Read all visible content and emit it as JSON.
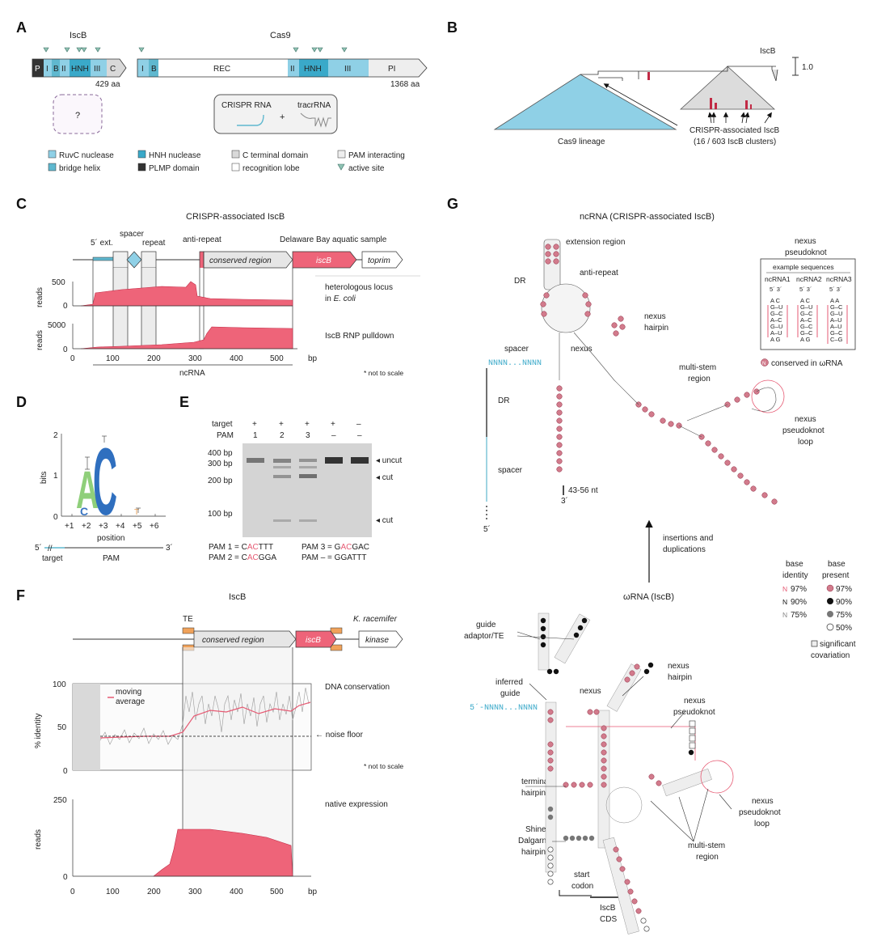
{
  "panels": {
    "a": {
      "letter": "A",
      "iscb_title": "IscB",
      "cas9_title": "Cas9",
      "iscb_domains": [
        "P",
        "I",
        "B",
        "II",
        "HNH",
        "III",
        "C"
      ],
      "iscb_len": "429 aa",
      "cas9_domains": [
        "I",
        "B",
        "REC",
        "II",
        "HNH",
        "III",
        "PI"
      ],
      "cas9_len": "1368 aa",
      "question": "?",
      "crispr_rna": "CRISPR RNA",
      "plus": "+",
      "tracr": "tracrRNA",
      "legend": [
        "RuvC nuclease",
        "bridge helix",
        "HNH nuclease",
        "PLMP domain",
        "C terminal domain",
        "recognition lobe",
        "PAM interacting",
        "active site"
      ]
    },
    "b": {
      "letter": "B",
      "iscb": "IscB",
      "scale": "1.0",
      "cas9_lineage": "Cas9 lineage",
      "assoc": "CRISPR-associated IscB",
      "clusters": "(16 / 603 IscB clusters)"
    },
    "c": {
      "letter": "C",
      "title": "CRISPR-associated IscB",
      "ext": "5´ ext.",
      "spacer": "spacer",
      "repeat": "repeat",
      "antirepeat": "anti-repeat",
      "sample": "Delaware Bay aquatic sample",
      "conserved": "conserved region",
      "iscb_gene": "iscB",
      "toprim": "toprim",
      "hetero1": "heterologous locus",
      "hetero2": "in",
      "ecoli": "E. coli",
      "pulldown": "IscB RNP pulldown",
      "reads": "reads",
      "y1": [
        "500",
        "0"
      ],
      "y2": [
        "5000",
        "0"
      ],
      "xticks": [
        "0",
        "100",
        "200",
        "300",
        "400",
        "500"
      ],
      "bp": "bp",
      "ncrna": "ncRNA",
      "notscale": "* not to scale"
    },
    "d": {
      "letter": "D",
      "bits": "bits",
      "yticks": [
        "2",
        "1",
        "0"
      ],
      "positions": [
        "+1",
        "+2",
        "+3",
        "+4",
        "+5",
        "+6"
      ],
      "position": "position",
      "five": "5´",
      "three": "3´",
      "target": "target",
      "pam": "PAM"
    },
    "e": {
      "letter": "E",
      "target": "target",
      "pam": "PAM",
      "target_row": [
        "+",
        "+",
        "+",
        "+",
        "–"
      ],
      "pam_row": [
        "1",
        "2",
        "3",
        "–",
        "–"
      ],
      "markers": [
        "400 bp",
        "300 bp",
        "200 bp",
        "100 bp"
      ],
      "uncut": "◂ uncut",
      "cut1": "◂ cut",
      "cut2": "◂ cut",
      "pam1_pre": "PAM 1 = C",
      "pam1_hl": "AC",
      "pam1_post": "TTT",
      "pam2_pre": "PAM 2 = C",
      "pam2_hl": "AC",
      "pam2_post": "GGA",
      "pam3_pre": "PAM 3 = G",
      "pam3_hl": "AC",
      "pam3_post": "GAC",
      "pamneg": "PAM – = GGATTT"
    },
    "f": {
      "letter": "F",
      "title": "IscB",
      "te": "TE",
      "kr": "K. racemifer",
      "conserved": "conserved region",
      "iscb_gene": "iscB",
      "kinase": "kinase",
      "dna_cons": "DNA conservation",
      "moving1": "moving",
      "moving2": "average",
      "noise": "← noise floor",
      "notscale": "* not to scale",
      "pid": "% identity",
      "y1": [
        "100",
        "50",
        "0"
      ],
      "native": "native expression",
      "reads": "reads",
      "y2": [
        "250",
        "0"
      ],
      "xticks": [
        "0",
        "100",
        "200",
        "300",
        "400",
        "500"
      ],
      "bp": "bp"
    },
    "g": {
      "letter": "G",
      "title": "ncRNA (CRISPR-associated IscB)",
      "ext_region": "extension region",
      "antirepeat": "anti-repeat",
      "dr": "DR",
      "spacer": "spacer",
      "nexus": "nexus",
      "nexus_hairpin1": "nexus",
      "nexus_hairpin2": "hairpin",
      "multistem1": "multi-stem",
      "multistem2": "region",
      "pk_loop1": "nexus",
      "pk_loop2": "pseudoknot",
      "pk_loop3": "loop",
      "nt": "43-56 nt",
      "three": "3´",
      "five": "5´",
      "nnnn": "NNNN...NNNN",
      "pk_box_title1": "nexus",
      "pk_box_title2": "pseudoknot",
      "example": "example sequences",
      "ex_names": [
        "ncRNA1",
        "ncRNA2",
        "ncRNA3"
      ],
      "conserved_wrna": "conserved in ωRNA",
      "insertions1": "insertions and",
      "insertions2": "duplications",
      "wrna_title": "ωRNA (IscB)",
      "base_identity1": "base",
      "base_identity2": "identity",
      "base_present1": "base",
      "base_present2": "present",
      "identity_vals": [
        "97%",
        "90%",
        "75%"
      ],
      "present_vals": [
        "97%",
        "90%",
        "75%",
        "50%"
      ],
      "covar1": "significant",
      "covar2": "covariation",
      "guide_adaptor1": "guide",
      "guide_adaptor2": "adaptor/TE",
      "inferred1": "inferred",
      "inferred2": "guide",
      "terminal1": "terminal",
      "terminal2": "hairpins",
      "sd1": "Shine-",
      "sd2": "Dalgarno",
      "sd3": "hairpin",
      "start1": "start",
      "start2": "codon",
      "cds1": "IscB",
      "cds2": "CDS"
    }
  },
  "colors": {
    "ruvc": "#8fd0e6",
    "bridge": "#5fb8cf",
    "hnh": "#3aa9c9",
    "plmp": "#333333",
    "cterm": "#d9d9d9",
    "pink": "#e65a73",
    "pink_fill": "#ee6479",
    "orange": "#f0a25a",
    "teal": "#6fb8a5"
  }
}
